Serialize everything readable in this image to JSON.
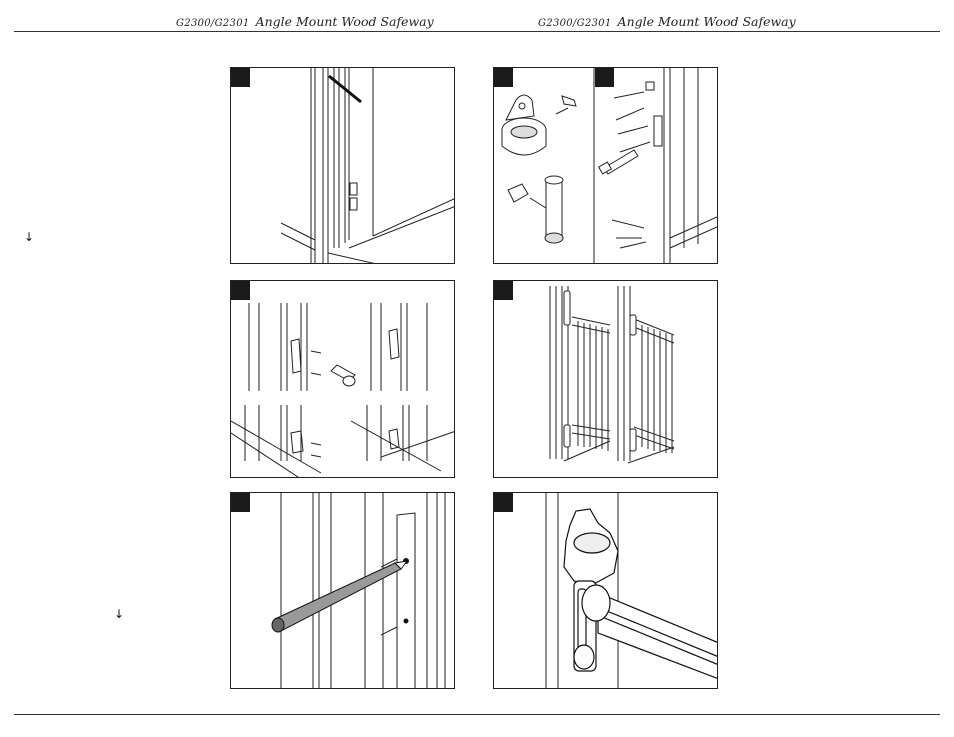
{
  "header": {
    "left": {
      "model": "G2300/G2301",
      "title": "Angle Mount Wood Safeway"
    },
    "right": {
      "model": "G2300/G2301",
      "title": "Angle Mount Wood Safeway"
    }
  },
  "margin_arrows": {
    "upper": "↓",
    "lower": "↓"
  },
  "panels": [
    {
      "id": "step-1",
      "icon": "door-frame-marking-icon"
    },
    {
      "id": "step-2",
      "icon": "hinge-parts-icon"
    },
    {
      "id": "step-3",
      "icon": "hinge-installation-icon"
    },
    {
      "id": "step-4",
      "icon": "mount-screws-icon"
    },
    {
      "id": "step-5",
      "icon": "gate-installed-icon"
    },
    {
      "id": "step-6",
      "icon": "pencil-marking-icon"
    },
    {
      "id": "step-7",
      "icon": "hinge-closeup-icon"
    }
  ]
}
